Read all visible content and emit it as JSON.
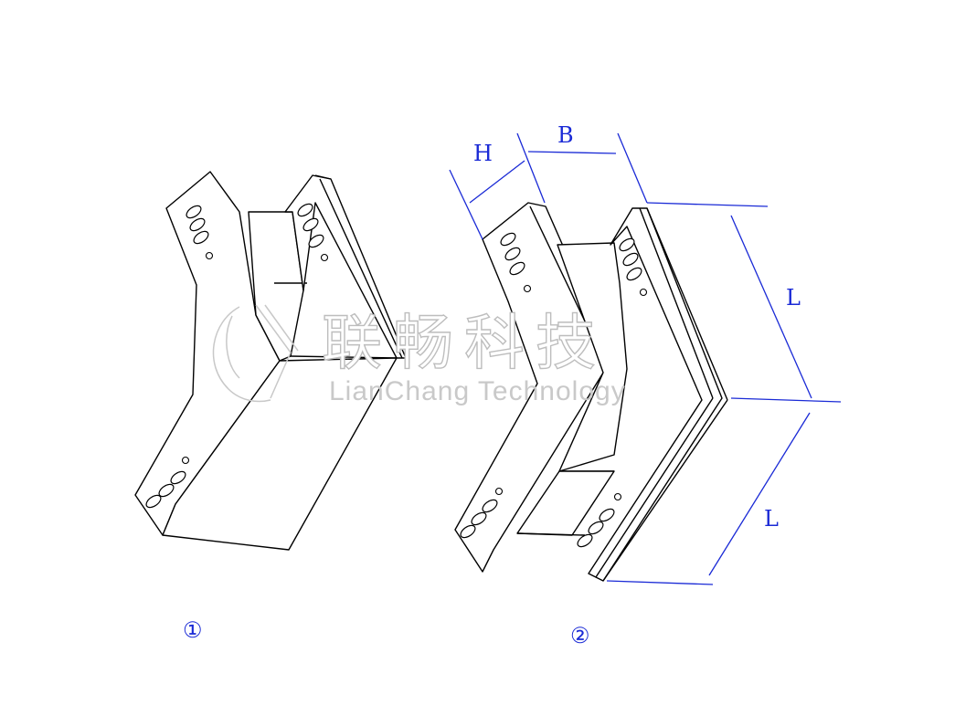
{
  "figures": [
    {
      "number": "①"
    },
    {
      "number": "②"
    }
  ],
  "dimensions": {
    "H": "H",
    "B": "B",
    "L_upper": "L",
    "L_lower": "L"
  },
  "watermark": {
    "text_cn": "联畅科技",
    "text_en": "LianChang Technology"
  },
  "colors": {
    "dimension": "#1a2ad6",
    "line": "#000000",
    "watermark": "#c0c0c0"
  }
}
